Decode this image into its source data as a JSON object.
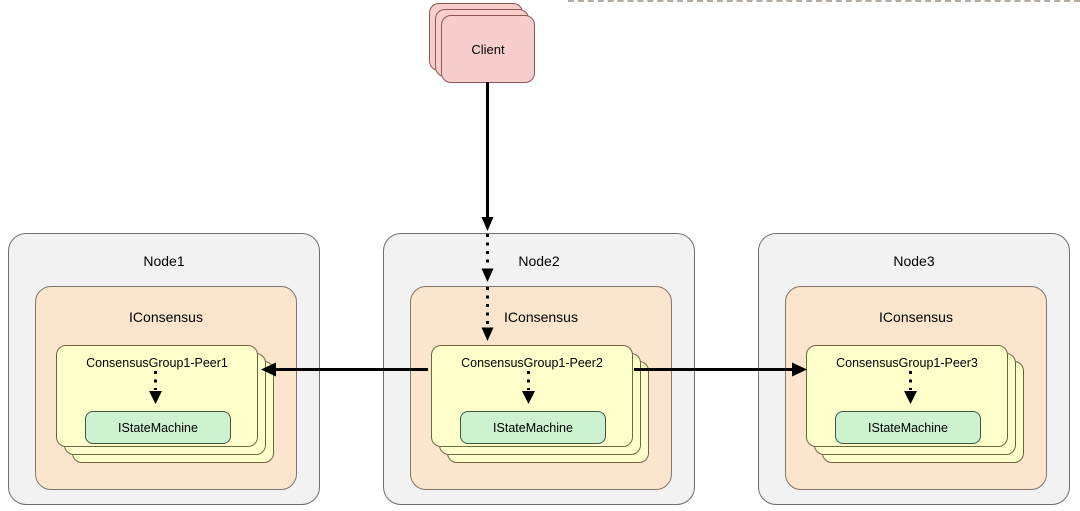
{
  "colors": {
    "client_fill": "#f8cecc",
    "client_stroke": "#8f5653",
    "node_fill": "#f2f2f2",
    "node_stroke": "#6e6e6e",
    "consensus_fill": "#fbe5cd",
    "consensus_stroke": "#83756a",
    "card_fill": "#ffffcc",
    "card_stroke": "#6a6a40",
    "state_fill": "#ccf2cf",
    "state_stroke": "#3f5743",
    "arrow_color": "#000000"
  },
  "client": {
    "label": "Client"
  },
  "nodes": [
    {
      "label": "Node1",
      "consensus_label": "IConsensus",
      "peer_label": "ConsensusGroup1-Peer1",
      "state_machine_label": "IStateMachine"
    },
    {
      "label": "Node2",
      "consensus_label": "IConsensus",
      "peer_label": "ConsensusGroup1-Peer2",
      "state_machine_label": "IStateMachine"
    },
    {
      "label": "Node3",
      "consensus_label": "IConsensus",
      "peer_label": "ConsensusGroup1-Peer3",
      "state_machine_label": "IStateMachine"
    }
  ]
}
